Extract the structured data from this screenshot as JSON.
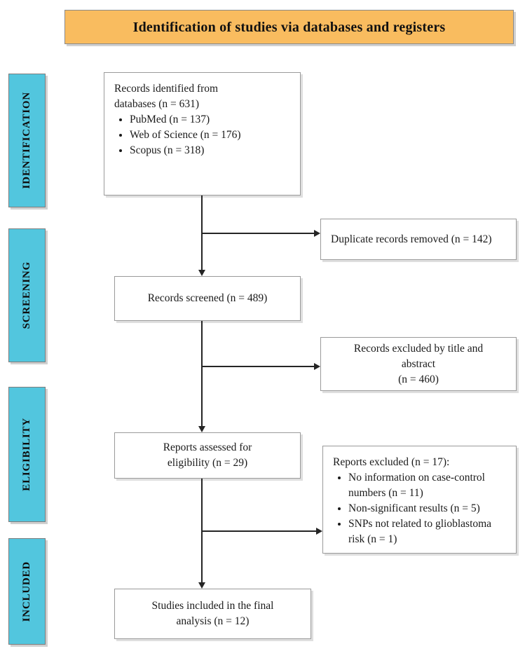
{
  "banner": {
    "title": "Identification of studies via databases and registers",
    "bg_color": "#F9BC5F"
  },
  "stages": {
    "bg_color": "#52C6DE",
    "items": [
      {
        "label": "IDENTIFICATION"
      },
      {
        "label": "SCREENING"
      },
      {
        "label": "ELIGIBILITY"
      },
      {
        "label": "INCLUDED"
      }
    ]
  },
  "flow": {
    "identified": {
      "line1": "Records identified from",
      "line2": "databases (n = 631)",
      "bullets": [
        "PubMed (n = 137)",
        "Web of Science (n = 176)",
        "Scopus (n = 318)"
      ]
    },
    "duplicates": {
      "text": "Duplicate records removed (n = 142)"
    },
    "screened": {
      "text": "Records screened (n = 489)"
    },
    "excluded_title_abstract": {
      "line1": "Records excluded by title and",
      "line2": "abstract",
      "line3": "(n = 460)"
    },
    "assessed": {
      "line1": "Reports assessed for",
      "line2": "eligibility (n = 29)"
    },
    "excluded_reports": {
      "heading": "Reports excluded (n = 17):",
      "bullets": [
        "No information on case-control numbers (n = 11)",
        "Non-significant results (n = 5)",
        "SNPs not related to glioblastoma risk (n = 1)"
      ]
    },
    "included": {
      "line1": "Studies included in the final",
      "line2": "analysis (n = 12)"
    }
  }
}
